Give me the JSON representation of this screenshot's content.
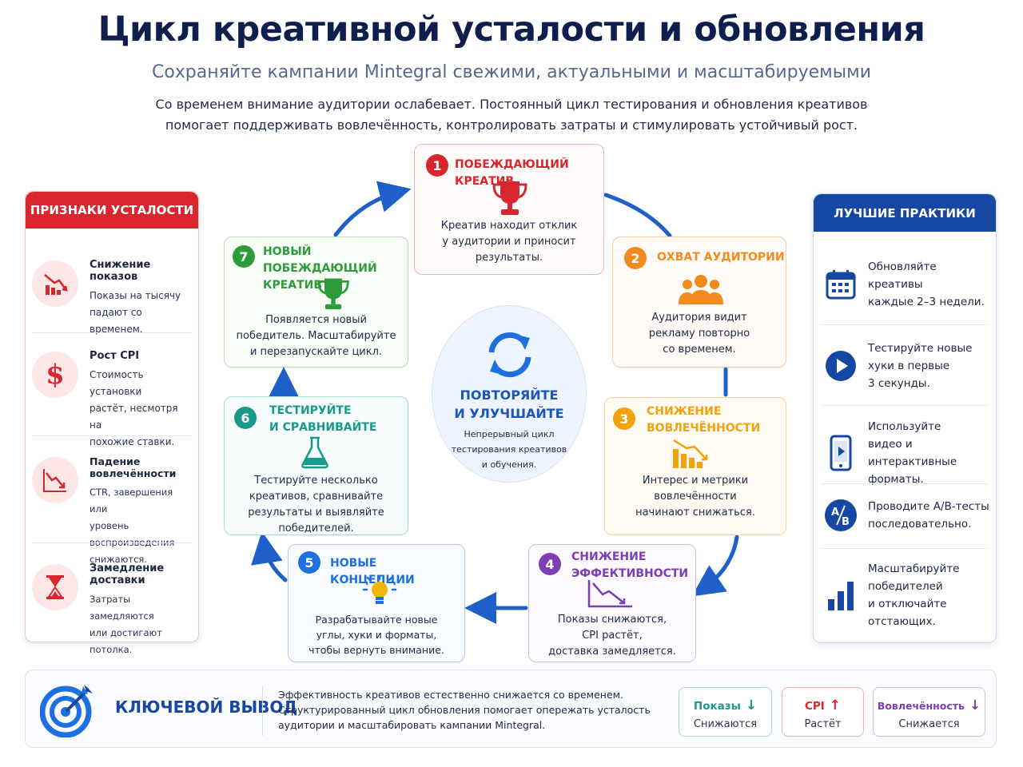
{
  "title": "Цикл креативной усталости и обновления",
  "subtitle": "Сохраняйте кампании Mintegral свежими, актуальными и масштабируемыми",
  "intro": {
    "line1": "Со временем внимание аудитории ослабевает. Постоянный цикл тестирования и обновления креативов",
    "line2": "помогает поддерживать вовлечённость, контролировать затраты и стимулировать устойчивый рост."
  },
  "colors": {
    "red": "#d7262d",
    "orange": "#f28a1e",
    "amber": "#f2a20c",
    "purple": "#7b3fb3",
    "blue": "#1e6fe0",
    "teal": "#19998c",
    "green": "#2e9b3a",
    "navy": "#1647a3"
  },
  "fatigue": {
    "heading": "ПРИЗНАКИ УСТАЛОСТИ",
    "items": [
      {
        "icon": "declining-bar-chart-icon",
        "title": "Снижение показов",
        "lines": [
          "Показы на тысячу",
          "падают со временем."
        ]
      },
      {
        "icon": "dollar-icon",
        "title": "Рост CPI",
        "lines": [
          "Стоимость установки",
          "растёт, несмотря на",
          "похожие ставки."
        ]
      },
      {
        "icon": "downtrend-line-icon",
        "title": "Падение вовлечённости",
        "lines": [
          "CTR, завершения или",
          "уровень воспроизведения",
          "снижаются."
        ]
      },
      {
        "icon": "hourglass-icon",
        "title": "Замедление доставки",
        "lines": [
          "Затраты замедляются",
          "или достигают потолка."
        ]
      }
    ]
  },
  "practices": {
    "heading": "ЛУЧШИЕ ПРАКТИКИ",
    "items": [
      {
        "icon": "calendar-icon",
        "lines": [
          "Обновляйте креативы",
          "каждые 2–3 недели."
        ]
      },
      {
        "icon": "play-icon",
        "lines": [
          "Тестируйте новые",
          "хуки в первые",
          "3 секунды."
        ]
      },
      {
        "icon": "mobile-video-icon",
        "lines": [
          "Используйте",
          "видео и интерактивные",
          "форматы."
        ]
      },
      {
        "icon": "ab-test-icon",
        "lines": [
          "Проводите A/B-тесты",
          "последовательно."
        ]
      },
      {
        "icon": "bar-chart-icon",
        "lines": [
          "Масштабируйте",
          "победителей",
          "и отключайте",
          "отстающих."
        ]
      }
    ]
  },
  "steps": [
    {
      "num": "1",
      "title": [
        "ПОБЕЖДАЮЩИЙ КРЕАТИВ"
      ],
      "icon": "trophy-icon",
      "lines": [
        "Креатив находит отклик",
        "у аудитории и приносит",
        "результаты."
      ]
    },
    {
      "num": "2",
      "title": [
        "ОХВАТ АУДИТОРИИ"
      ],
      "icon": "audience-icon",
      "lines": [
        "Аудитория видит",
        "рекламу повторно",
        "со временем."
      ]
    },
    {
      "num": "3",
      "title": [
        "СНИЖЕНИЕ",
        "ВОВЛЕЧЁННОСТИ"
      ],
      "icon": "declining-bars-icon",
      "lines": [
        "Интерес и метрики",
        "вовлечённости",
        "начинают снижаться."
      ]
    },
    {
      "num": "4",
      "title": [
        "СНИЖЕНИЕ",
        "ЭФФЕКТИВНОСТИ"
      ],
      "icon": "declining-line-chart-icon",
      "lines": [
        "Показы снижаются,",
        "CPI растёт,",
        "доставка замедляется."
      ]
    },
    {
      "num": "5",
      "title": [
        "НОВЫЕ КОНЦЕПЦИИ"
      ],
      "icon": "lightbulb-icon",
      "lines": [
        "Разрабатывайте новые",
        "углы, хуки и форматы,",
        "чтобы вернуть внимание."
      ]
    },
    {
      "num": "6",
      "title": [
        "ТЕСТИРУЙТЕ",
        "И СРАВНИВАЙТЕ"
      ],
      "icon": "flask-icon",
      "lines": [
        "Тестируйте несколько",
        "креативов, сравнивайте",
        "результаты и выявляйте",
        "победителей."
      ]
    },
    {
      "num": "7",
      "title": [
        "НОВЫЙ ПОБЕЖДАЮЩИЙ",
        "КРЕАТИВ"
      ],
      "icon": "trophy-icon",
      "lines": [
        "Появляется новый",
        "победитель. Масштабируйте",
        "и перезапускайте цикл."
      ]
    }
  ],
  "center": {
    "icon": "refresh-icon",
    "title": [
      "ПОВТОРЯЙТЕ",
      "И УЛУЧШАЙТЕ"
    ],
    "lines": [
      "Непрерывный цикл",
      "тестирования креативов",
      "и обучения."
    ]
  },
  "takeaway": {
    "icon": "target-icon",
    "title": "КЛЮЧЕВОЙ ВЫВОД",
    "lines": [
      "Эффективность креативов естественно снижается со временем.",
      "Структурированный цикл обновления помогает опережать усталость",
      "аудитории и масштабировать кампании Mintegral."
    ],
    "metrics": [
      {
        "label": "Показы",
        "arrow": "↓",
        "sub": "Снижаются",
        "color": "#19998c"
      },
      {
        "label": "CPI",
        "arrow": "↑",
        "sub": "Растёт",
        "color": "#d7262d"
      },
      {
        "label": "Вовлечённость",
        "arrow": "↓",
        "sub": "Снижается",
        "color": "#7b3fb3"
      }
    ]
  }
}
